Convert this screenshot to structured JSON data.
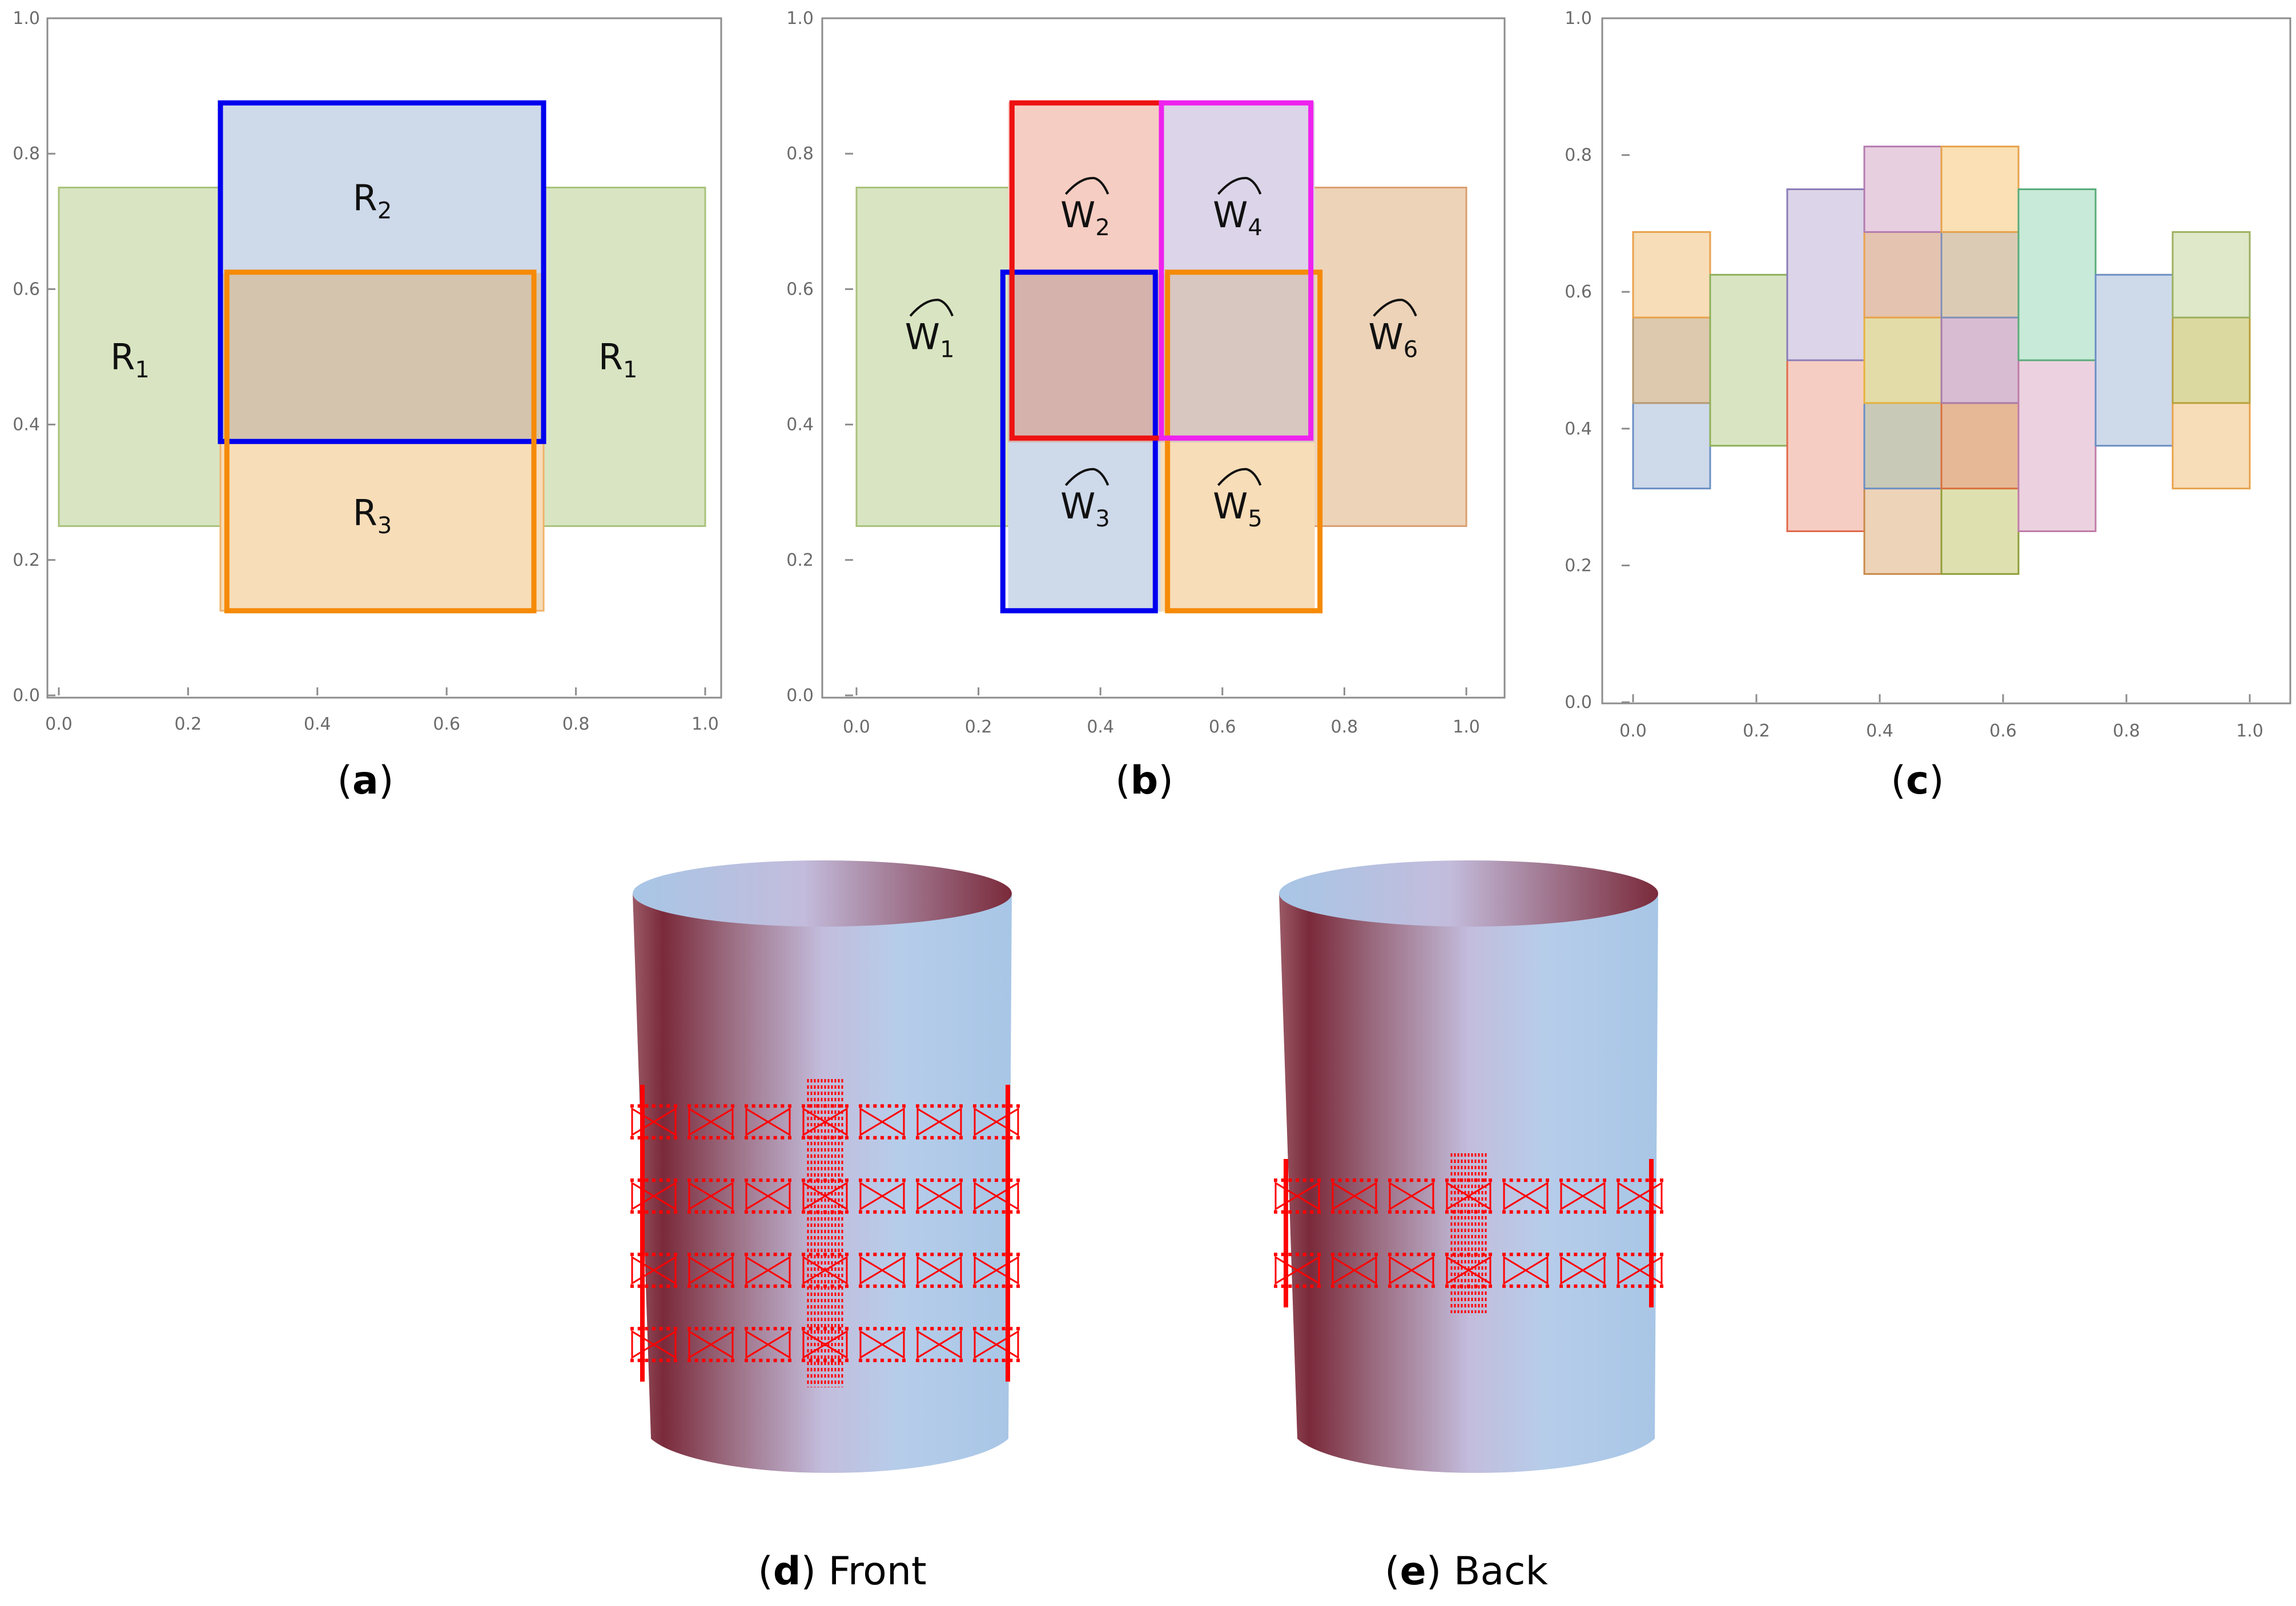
{
  "panels": [
    {
      "id": "a",
      "caption_letter": "a",
      "caption_text": "",
      "chart_data": {
        "type": "rectangles",
        "xlim": [
          0,
          1
        ],
        "ylim": [
          0,
          1
        ],
        "xticks": [
          "0.0",
          "0.2",
          "0.4",
          "0.6",
          "0.8",
          "1.0"
        ],
        "yticks": [
          "0.0",
          "0.2",
          "0.4",
          "0.6",
          "0.8",
          "1.0"
        ],
        "rects": [
          {
            "x0": 0.0,
            "x1": 0.25,
            "y0": 0.25,
            "y1": 0.75,
            "fill": "#d9e5c2",
            "stroke": "#a9c27a",
            "bold": false
          },
          {
            "x0": 0.75,
            "x1": 1.0,
            "y0": 0.25,
            "y1": 0.75,
            "fill": "#d9e5c2",
            "stroke": "#a9c27a",
            "bold": false
          },
          {
            "x0": 0.25,
            "x1": 0.75,
            "y0": 0.125,
            "y1": 0.375,
            "fill": "#f7ddb8",
            "stroke": "#f0b36a",
            "bold": false
          },
          {
            "x0": 0.25,
            "x1": 0.75,
            "y0": 0.375,
            "y1": 0.625,
            "fill": "#d4c4ae",
            "stroke": "#d4c4ae",
            "bold": false
          },
          {
            "x0": 0.25,
            "x1": 0.75,
            "y0": 0.625,
            "y1": 0.875,
            "fill": "#ced9ea",
            "stroke": "#ced9ea",
            "bold": false
          },
          {
            "x0": 0.25,
            "x1": 0.75,
            "y0": 0.375,
            "y1": 0.875,
            "fill": "none",
            "stroke": "#0000ee",
            "bold": true
          },
          {
            "x0": 0.26,
            "x1": 0.735,
            "y0": 0.125,
            "y1": 0.625,
            "fill": "none",
            "stroke": "#f58a07",
            "bold": true
          }
        ],
        "labels": [
          {
            "text": "R",
            "sub": "1",
            "x": 0.11,
            "y": 0.5,
            "hat": false
          },
          {
            "text": "R",
            "sub": "1",
            "x": 0.865,
            "y": 0.5,
            "hat": false
          },
          {
            "text": "R",
            "sub": "2",
            "x": 0.485,
            "y": 0.735,
            "hat": false
          },
          {
            "text": "R",
            "sub": "3",
            "x": 0.485,
            "y": 0.27,
            "hat": false
          }
        ]
      }
    },
    {
      "id": "b",
      "caption_letter": "b",
      "caption_text": "",
      "chart_data": {
        "type": "rectangles",
        "xlim": [
          0,
          1
        ],
        "ylim": [
          0,
          1
        ],
        "xticks": [
          "0.0",
          "0.2",
          "0.4",
          "0.6",
          "0.8",
          "1.0"
        ],
        "yticks": [
          "0.0",
          "0.2",
          "0.4",
          "0.6",
          "0.8",
          "1.0"
        ],
        "rects": [
          {
            "x0": 0.0,
            "x1": 0.25,
            "y0": 0.25,
            "y1": 0.75,
            "fill": "#d9e5c2",
            "stroke": "#a9c27a",
            "bold": false
          },
          {
            "x0": 0.75,
            "x1": 1.0,
            "y0": 0.25,
            "y1": 0.75,
            "fill": "#edd3b8",
            "stroke": "#d9a070",
            "bold": false
          },
          {
            "x0": 0.25,
            "x1": 0.5,
            "y0": 0.125,
            "y1": 0.375,
            "fill": "#ced9ea",
            "stroke": "#ced9ea",
            "bold": false
          },
          {
            "x0": 0.5,
            "x1": 0.75,
            "y0": 0.125,
            "y1": 0.375,
            "fill": "#f7ddb8",
            "stroke": "#f7ddb8",
            "bold": false
          },
          {
            "x0": 0.25,
            "x1": 0.5,
            "y0": 0.375,
            "y1": 0.625,
            "fill": "#d6b2ac",
            "stroke": "#d6b2ac",
            "bold": false
          },
          {
            "x0": 0.5,
            "x1": 0.75,
            "y0": 0.375,
            "y1": 0.625,
            "fill": "#d8c6c0",
            "stroke": "#d8c6c0",
            "bold": false
          },
          {
            "x0": 0.25,
            "x1": 0.5,
            "y0": 0.625,
            "y1": 0.875,
            "fill": "#f6cdc2",
            "stroke": "#f6cdc2",
            "bold": false
          },
          {
            "x0": 0.5,
            "x1": 0.75,
            "y0": 0.625,
            "y1": 0.875,
            "fill": "#dcd4e8",
            "stroke": "#dcd4e8",
            "bold": false
          },
          {
            "x0": 0.24,
            "x1": 0.49,
            "y0": 0.125,
            "y1": 0.625,
            "fill": "none",
            "stroke": "#0000ee",
            "bold": true
          },
          {
            "x0": 0.51,
            "x1": 0.76,
            "y0": 0.125,
            "y1": 0.625,
            "fill": "none",
            "stroke": "#f58a07",
            "bold": true
          },
          {
            "x0": 0.255,
            "x1": 0.5,
            "y0": 0.38,
            "y1": 0.875,
            "fill": "none",
            "stroke": "#ee1111",
            "bold": true
          },
          {
            "x0": 0.5,
            "x1": 0.745,
            "y0": 0.38,
            "y1": 0.875,
            "fill": "none",
            "stroke": "#ee22ee",
            "bold": true
          }
        ],
        "labels": [
          {
            "text": "W",
            "sub": "1",
            "x": 0.12,
            "y": 0.53,
            "hat": true
          },
          {
            "text": "W",
            "sub": "2",
            "x": 0.375,
            "y": 0.71,
            "hat": true
          },
          {
            "text": "W",
            "sub": "3",
            "x": 0.375,
            "y": 0.28,
            "hat": true
          },
          {
            "text": "W",
            "sub": "4",
            "x": 0.625,
            "y": 0.71,
            "hat": true
          },
          {
            "text": "W",
            "sub": "5",
            "x": 0.625,
            "y": 0.28,
            "hat": true
          },
          {
            "text": "W",
            "sub": "6",
            "x": 0.88,
            "y": 0.53,
            "hat": true
          }
        ]
      }
    },
    {
      "id": "c",
      "caption_letter": "c",
      "caption_text": "",
      "chart_data": {
        "type": "rectangles",
        "xlim": [
          0,
          1
        ],
        "ylim": [
          0,
          1
        ],
        "xticks": [
          "0.0",
          "0.2",
          "0.4",
          "0.6",
          "0.8",
          "1.0"
        ],
        "yticks": [
          "0.0",
          "0.2",
          "0.4",
          "0.6",
          "0.8",
          "1.0"
        ],
        "rects": [
          {
            "x0": 0.0,
            "x1": 0.125,
            "y0": 0.3125,
            "y1": 0.4375,
            "fill": "#ced9ea",
            "stroke": "#6b8fc4",
            "bold": false
          },
          {
            "x0": 0.0,
            "x1": 0.125,
            "y0": 0.4375,
            "y1": 0.5625,
            "fill": "#ddc9ad",
            "stroke": "#b79a73",
            "bold": false
          },
          {
            "x0": 0.0,
            "x1": 0.125,
            "y0": 0.5625,
            "y1": 0.6875,
            "fill": "#f7ddb8",
            "stroke": "#e8a24c",
            "bold": false
          },
          {
            "x0": 0.125,
            "x1": 0.25,
            "y0": 0.375,
            "y1": 0.625,
            "fill": "#d9e5c2",
            "stroke": "#8fb05a",
            "bold": false
          },
          {
            "x0": 0.25,
            "x1": 0.375,
            "y0": 0.25,
            "y1": 0.5,
            "fill": "#f6cdc2",
            "stroke": "#e06a4c",
            "bold": false
          },
          {
            "x0": 0.25,
            "x1": 0.375,
            "y0": 0.5,
            "y1": 0.75,
            "fill": "#dcd4e8",
            "stroke": "#8c7cb8",
            "bold": false
          },
          {
            "x0": 0.375,
            "x1": 0.5,
            "y0": 0.1875,
            "y1": 0.3125,
            "fill": "#edd3b8",
            "stroke": "#c98a4c",
            "bold": false
          },
          {
            "x0": 0.375,
            "x1": 0.5,
            "y0": 0.3125,
            "y1": 0.4375,
            "fill": "#c9c9b8",
            "stroke": "#6b8fc4",
            "bold": false
          },
          {
            "x0": 0.375,
            "x1": 0.5,
            "y0": 0.4375,
            "y1": 0.5625,
            "fill": "#e3dca8",
            "stroke": "#e8b23c",
            "bold": false
          },
          {
            "x0": 0.375,
            "x1": 0.5,
            "y0": 0.5625,
            "y1": 0.6875,
            "fill": "#e4c4b0",
            "stroke": "#e8a24c",
            "bold": false
          },
          {
            "x0": 0.375,
            "x1": 0.5,
            "y0": 0.6875,
            "y1": 0.8125,
            "fill": "#e8cfe0",
            "stroke": "#b47cb0",
            "bold": false
          },
          {
            "x0": 0.5,
            "x1": 0.625,
            "y0": 0.1875,
            "y1": 0.3125,
            "fill": "#dfe0b0",
            "stroke": "#8fa03a",
            "bold": false
          },
          {
            "x0": 0.5,
            "x1": 0.625,
            "y0": 0.3125,
            "y1": 0.4375,
            "fill": "#e6b896",
            "stroke": "#d9703c",
            "bold": false
          },
          {
            "x0": 0.5,
            "x1": 0.625,
            "y0": 0.4375,
            "y1": 0.5625,
            "fill": "#d8bcd2",
            "stroke": "#a87ca8",
            "bold": false
          },
          {
            "x0": 0.5,
            "x1": 0.625,
            "y0": 0.5625,
            "y1": 0.6875,
            "fill": "#dccbb4",
            "stroke": "#7f8fb8",
            "bold": false
          },
          {
            "x0": 0.5,
            "x1": 0.625,
            "y0": 0.6875,
            "y1": 0.8125,
            "fill": "#fae0b4",
            "stroke": "#e8a24c",
            "bold": false
          },
          {
            "x0": 0.625,
            "x1": 0.75,
            "y0": 0.25,
            "y1": 0.5,
            "fill": "#ecd2e0",
            "stroke": "#c07ca8",
            "bold": false
          },
          {
            "x0": 0.625,
            "x1": 0.75,
            "y0": 0.5,
            "y1": 0.75,
            "fill": "#c8ead8",
            "stroke": "#5aac7a",
            "bold": false
          },
          {
            "x0": 0.75,
            "x1": 0.875,
            "y0": 0.375,
            "y1": 0.625,
            "fill": "#ced9ea",
            "stroke": "#6b8fc4",
            "bold": false
          },
          {
            "x0": 0.875,
            "x1": 1.0,
            "y0": 0.3125,
            "y1": 0.4375,
            "fill": "#f7ddb8",
            "stroke": "#e8a24c",
            "bold": false
          },
          {
            "x0": 0.875,
            "x1": 1.0,
            "y0": 0.4375,
            "y1": 0.5625,
            "fill": "#dcd9a0",
            "stroke": "#b8a03c",
            "bold": false
          },
          {
            "x0": 0.875,
            "x1": 1.0,
            "y0": 0.5625,
            "y1": 0.6875,
            "fill": "#dfe8c8",
            "stroke": "#9cb060",
            "bold": false
          }
        ],
        "labels": []
      }
    }
  ],
  "cylinders": [
    {
      "id": "d",
      "caption_letter": "d",
      "caption_text": " Front",
      "fractal": "front"
    },
    {
      "id": "e",
      "caption_letter": "e",
      "caption_text": " Back",
      "fractal": "back"
    }
  ],
  "colors": {
    "axis": "#8c8c8c",
    "tick_text": "#6b6b6b",
    "fractal": "#ff0000",
    "cyl_dark": "#7a2a3a",
    "cyl_mid": "#c9bede",
    "cyl_light": "#b3cdea",
    "cyl_top": "#b6cdea"
  }
}
